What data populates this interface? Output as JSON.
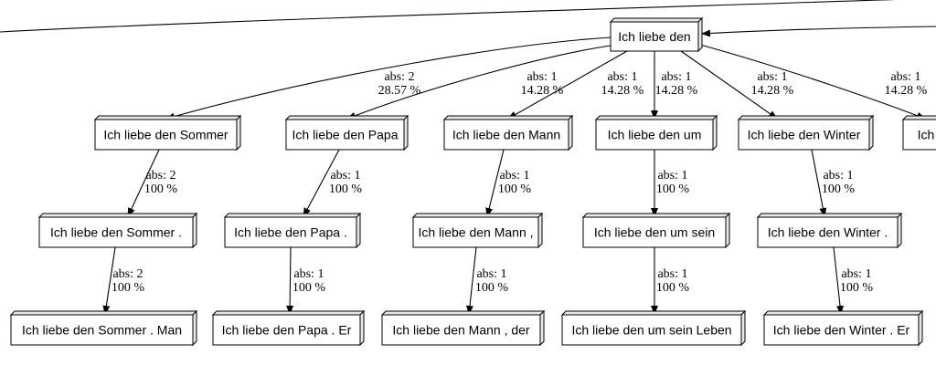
{
  "diagram": {
    "type": "tree",
    "root": "n0",
    "colors": {
      "node_fill": "#ffffff",
      "node_stroke": "#000000",
      "node_side": "#e8e8e8",
      "edge": "#000000",
      "text": "#000000"
    },
    "nodes": [
      {
        "id": "n0",
        "label": "Ich liebe den"
      },
      {
        "id": "n1",
        "label": "Ich liebe den Sommer"
      },
      {
        "id": "n2",
        "label": "Ich liebe den Papa"
      },
      {
        "id": "n3",
        "label": "Ich liebe den Mann"
      },
      {
        "id": "n4",
        "label": "Ich liebe den um"
      },
      {
        "id": "n5",
        "label": "Ich liebe den Winter"
      },
      {
        "id": "n6",
        "label": "Ich li"
      },
      {
        "id": "n11",
        "label": "Ich liebe den Sommer ."
      },
      {
        "id": "n21",
        "label": "Ich liebe den Papa ."
      },
      {
        "id": "n31",
        "label": "Ich liebe den Mann ,"
      },
      {
        "id": "n41",
        "label": "Ich liebe den um sein"
      },
      {
        "id": "n51",
        "label": "Ich liebe den Winter ."
      },
      {
        "id": "n111",
        "label": "Ich liebe den Sommer . Man"
      },
      {
        "id": "n211",
        "label": "Ich liebe den Papa . Er"
      },
      {
        "id": "n311",
        "label": "Ich liebe den Mann , der"
      },
      {
        "id": "n411",
        "label": "Ich liebe den um sein Leben"
      },
      {
        "id": "n511",
        "label": "Ich liebe den Winter . Er"
      }
    ],
    "edges": [
      {
        "from": "n0",
        "to": "n1",
        "abs": "abs: 2",
        "pct": "28.57 %"
      },
      {
        "from": "n0",
        "to": "n2",
        "abs": "abs: 1",
        "pct": "14.28 %"
      },
      {
        "from": "n0",
        "to": "n3",
        "abs": "abs: 1",
        "pct": "14.28 %"
      },
      {
        "from": "n0",
        "to": "n4",
        "abs": "abs: 1",
        "pct": "14.28 %"
      },
      {
        "from": "n0",
        "to": "n5",
        "abs": "abs: 1",
        "pct": "14.28 %"
      },
      {
        "from": "n0",
        "to": "n6",
        "abs": "abs: 1",
        "pct": "14.28 %"
      },
      {
        "from": "n1",
        "to": "n11",
        "abs": "abs: 2",
        "pct": "100 %"
      },
      {
        "from": "n2",
        "to": "n21",
        "abs": "abs: 1",
        "pct": "100 %"
      },
      {
        "from": "n3",
        "to": "n31",
        "abs": "abs: 1",
        "pct": "100 %"
      },
      {
        "from": "n4",
        "to": "n41",
        "abs": "abs: 1",
        "pct": "100 %"
      },
      {
        "from": "n5",
        "to": "n51",
        "abs": "abs: 1",
        "pct": "100 %"
      },
      {
        "from": "n11",
        "to": "n111",
        "abs": "abs: 2",
        "pct": "100 %"
      },
      {
        "from": "n21",
        "to": "n211",
        "abs": "abs: 1",
        "pct": "100 %"
      },
      {
        "from": "n31",
        "to": "n311",
        "abs": "abs: 1",
        "pct": "100 %"
      },
      {
        "from": "n41",
        "to": "n411",
        "abs": "abs: 1",
        "pct": "100 %"
      },
      {
        "from": "n51",
        "to": "n511",
        "abs": "abs: 1",
        "pct": "100 %"
      }
    ]
  }
}
